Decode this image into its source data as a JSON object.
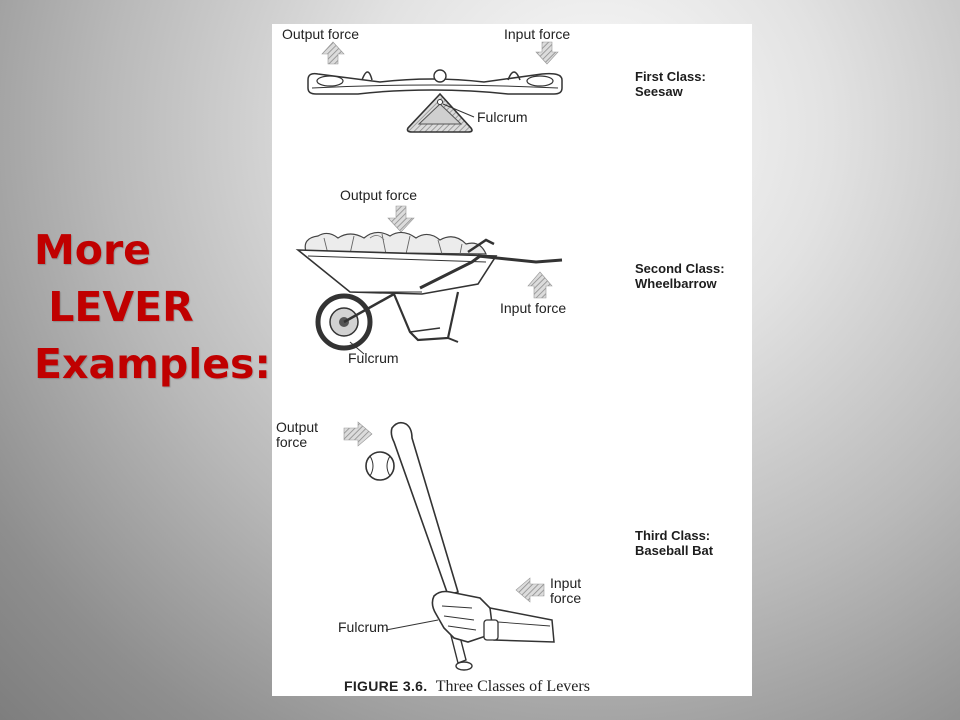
{
  "slide": {
    "title_lines": [
      "More",
      " LEVER",
      "Examples:"
    ],
    "title_color": "#c00000"
  },
  "figure": {
    "first_class": {
      "class_label": "First Class:",
      "example": "Seesaw",
      "output_force": "Output force",
      "input_force": "Input force",
      "fulcrum": "Fulcrum",
      "illustration_icon": "seesaw-icon"
    },
    "second_class": {
      "class_label": "Second Class:",
      "example": "Wheelbarrow",
      "output_force": "Output force",
      "input_force": "Input force",
      "fulcrum": "Fulcrum",
      "illustration_icon": "wheelbarrow-icon"
    },
    "third_class": {
      "class_label": "Third Class:",
      "example": "Baseball Bat",
      "output_force": "Output\nforce",
      "input_force": "Input\nforce",
      "fulcrum": "Fulcrum",
      "illustration_icon": "baseball-bat-icon"
    },
    "caption": {
      "number": "FIGURE 3.6.",
      "text": "Three Classes of Levers"
    }
  }
}
